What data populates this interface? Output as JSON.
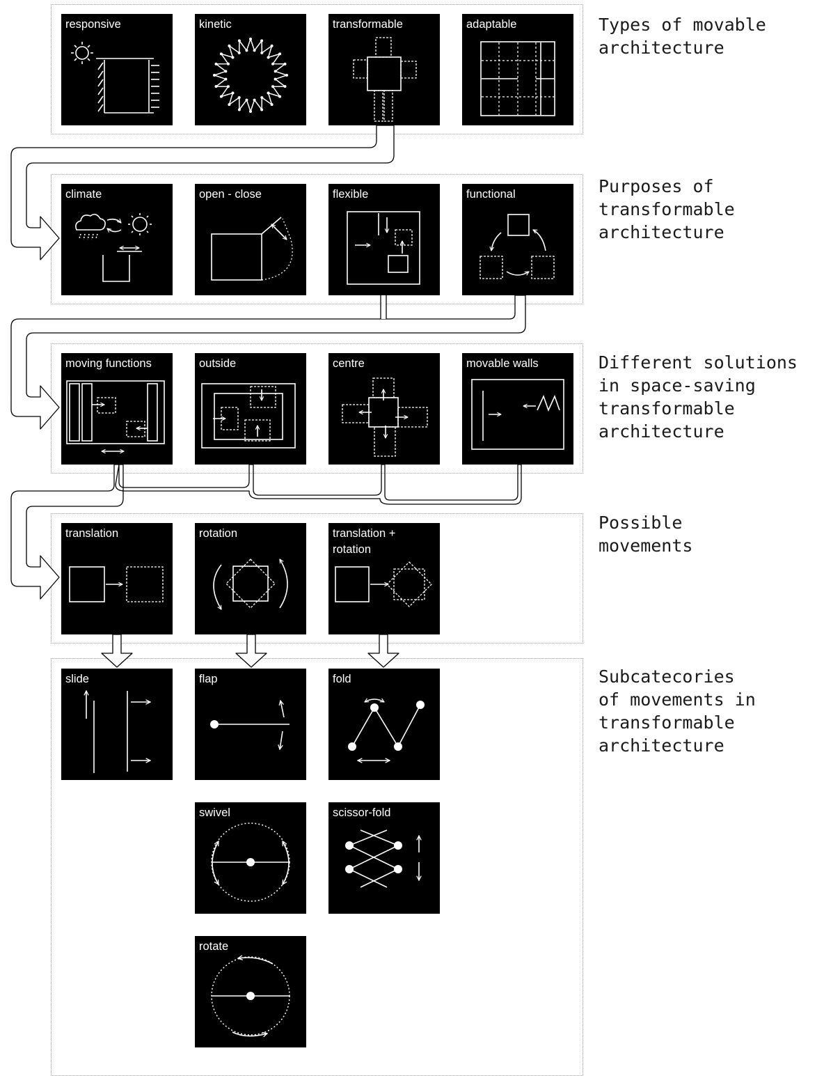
{
  "captions": {
    "types": "Types of movable\narchitecture",
    "purposes": "Purposes of\ntransformable\narchitecture",
    "solutions": "Different solutions\nin space-saving\ntransformable\narchitecture",
    "movements": "Possible\nmovements",
    "subcategories": "Subcatecories\nof movements in\ntransformable\narchitecture"
  },
  "types": [
    "responsive",
    "kinetic",
    "transformable",
    "adaptable"
  ],
  "purposes": [
    "climate",
    "open - close",
    "flexible",
    "functional"
  ],
  "solutions": [
    "moving functions",
    "outside",
    "centre",
    "movable walls"
  ],
  "movements": [
    "translation",
    "rotation",
    "translation +\nrotation"
  ],
  "subcategories": [
    "slide",
    "flap",
    "fold",
    "swivel",
    "scissor-fold",
    "rotate"
  ],
  "colors": {
    "tile": "#000000",
    "line": "#ffffff",
    "border": "#9a9a9a"
  }
}
